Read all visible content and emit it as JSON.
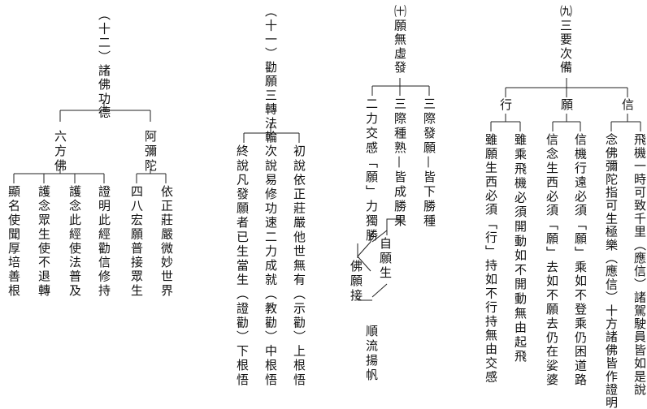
{
  "sections": {
    "s9": {
      "title": "㈨三要次備",
      "branches": [
        "信",
        "願",
        "行"
      ],
      "xin_column": "飛機一時可致千里（應信）諸駕駛員皆如是說",
      "xin_column2": "念佛彌陀指可生極樂（應信）十方諸佛皆作證明",
      "yuan_column": "信機行遠必須「願」乘如不登乘仍困道路",
      "yuan_column2": "信念生西必須「願」去如不願去仍在娑婆",
      "xing_column": "雖乘飛機必須開動如不開動無由起飛",
      "xing_column2": "雖願生西必須「行」持如不行持無由交感"
    },
    "s10": {
      "title": "㈩願無虛發",
      "branch1": "三際發願—皆下勝種",
      "branch2": "三際種熟—皆成勝果",
      "branch3": "二力交感「願」力獨勝",
      "left_top": "自願生",
      "left_top2": "佛願接",
      "bottom": "順流揚帆"
    },
    "s11": {
      "title": "（十一）勸願三轉法輪",
      "col1": "初說依正莊嚴他世無有（示勸）上根悟",
      "col2": "次說易修功速二力成就（教勸）中根悟",
      "col3": "終說凡發願者已生當生（證勸）下根悟"
    },
    "s12": {
      "title": "（十二）諸佛功德",
      "amitabha": "阿彌陀",
      "six_dir": "六方佛",
      "a1": "依正莊嚴微妙世界",
      "a2": "四八宏願普接眾生",
      "b1": "證明此經勸信修持",
      "b2": "護念此經使法普及",
      "b3": "護念眾生使不退轉",
      "b4": "顯名使聞厚培善根"
    }
  }
}
